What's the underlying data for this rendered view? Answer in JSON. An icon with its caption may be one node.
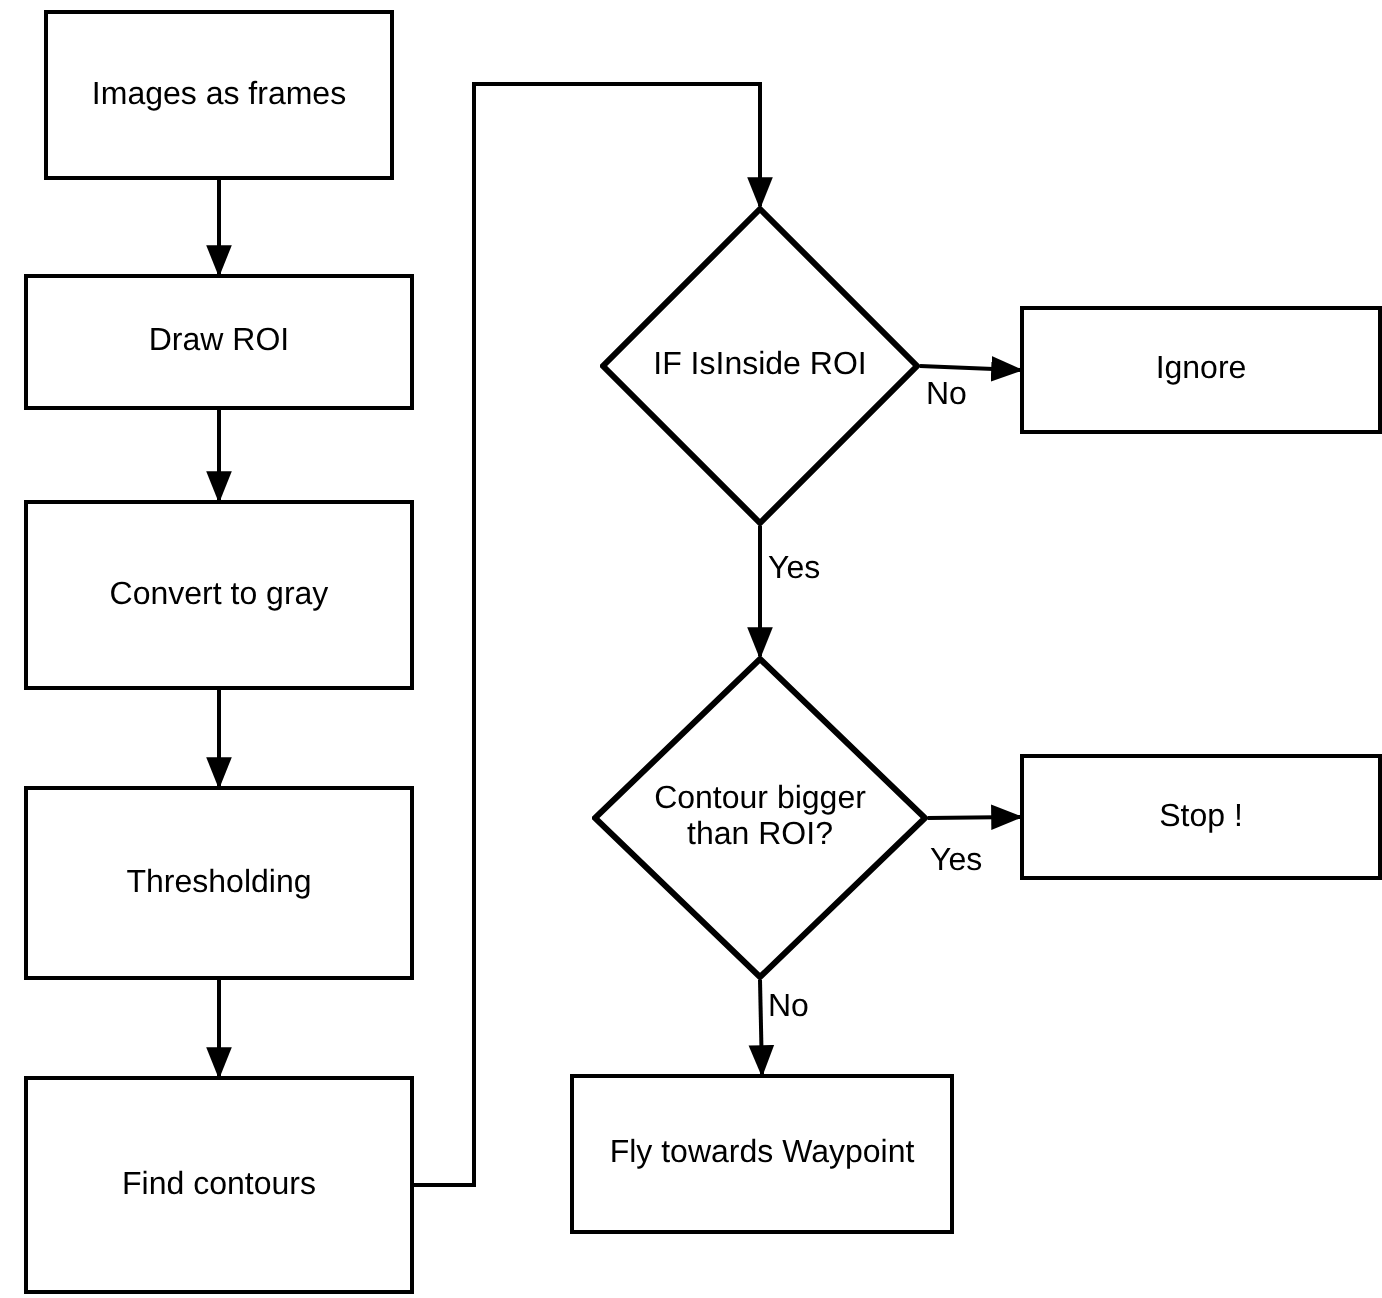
{
  "diagram": {
    "nodes": [
      {
        "text": [
          "Images as frames"
        ]
      },
      {
        "text": [
          "Draw ROI"
        ]
      },
      {
        "text": [
          "Convert to gray"
        ]
      },
      {
        "text": [
          "Thresholding"
        ]
      },
      {
        "text": [
          "Find contours"
        ]
      },
      {
        "text": [
          "IF IsInside ROI"
        ]
      },
      {
        "text": [
          "Ignore"
        ]
      },
      {
        "text": [
          "Contour bigger than ROI?"
        ]
      },
      {
        "text": [
          "Stop !"
        ]
      },
      {
        "text": [
          "Fly towards Waypoint"
        ]
      }
    ],
    "edges": [
      {
        "from": 0,
        "to": 1,
        "arrow": "to"
      },
      {
        "from": 1,
        "to": 2,
        "arrow": "to"
      },
      {
        "from": 2,
        "to": 3,
        "arrow": "to"
      },
      {
        "from": 3,
        "to": 4,
        "arrow": "to"
      },
      {
        "from": 4,
        "to": 5,
        "arrow": "to"
      },
      {
        "from": 5,
        "to": 6,
        "arrow": "to",
        "label": "No"
      },
      {
        "from": 5,
        "to": 7,
        "arrow": "to",
        "label": "Yes"
      },
      {
        "from": 7,
        "to": 8,
        "arrow": "to",
        "label": "Yes"
      },
      {
        "from": 7,
        "to": 9,
        "arrow": "to",
        "label": "No"
      }
    ]
  }
}
